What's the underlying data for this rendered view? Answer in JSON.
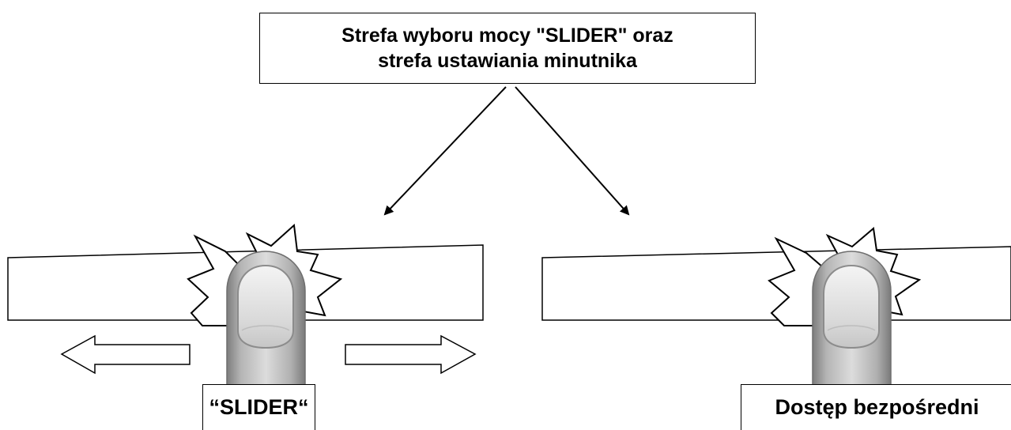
{
  "callout": {
    "line1": "Strefa wyboru mocy \"SLIDER\" oraz",
    "line2": "strefa ustawiania minutnika"
  },
  "labels": {
    "slider": "“SLIDER“",
    "direct": "Dostęp bezpośredni"
  },
  "colors": {
    "line": "#000000",
    "finger_dark": "#8a8a8a",
    "finger_light": "#d6d6d6",
    "nail": "#e4e4e4"
  },
  "icons": [
    "touch-burst-icon",
    "finger-icon",
    "arrow-left-icon",
    "arrow-right-icon"
  ]
}
